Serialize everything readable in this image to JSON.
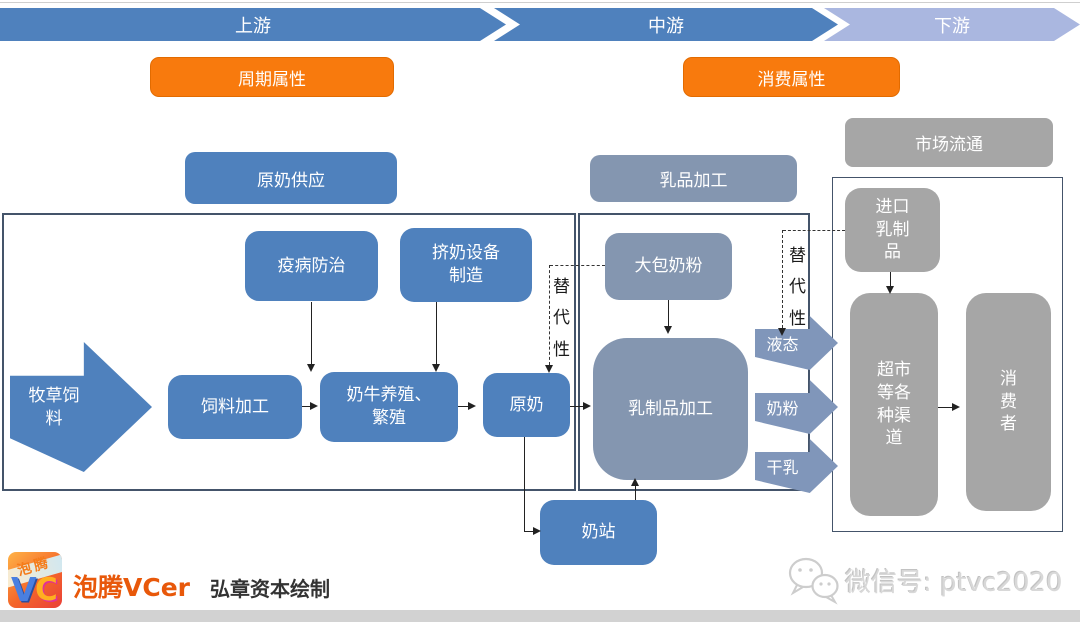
{
  "stages": {
    "upstream": "上游",
    "midstream": "中游",
    "downstream": "下游"
  },
  "attributes": {
    "cyclical": "周期属性",
    "consumer": "消费属性"
  },
  "section_headers": {
    "raw_milk_supply": "原奶供应",
    "dairy_processing": "乳品加工",
    "market_circulation": "市场流通"
  },
  "nodes": {
    "pasture_feed": "牧草饲料",
    "feed_processing": "饲料加工",
    "disease_prevention": "疫病防治",
    "milking_equipment": "挤奶设备制造",
    "cattle_breeding": "奶牛养殖、繁殖",
    "raw_milk": "原奶",
    "milk_station": "奶站",
    "bulk_milk_powder": "大包奶粉",
    "dairy_product_processing": "乳制品加工",
    "imported_dairy": "进口乳制品",
    "supermarket_channels": "超市等各种渠道",
    "consumer": "消费者"
  },
  "product_outputs": [
    "液态",
    "奶粉",
    "干乳"
  ],
  "labels": {
    "substitutability": "替代性"
  },
  "footer": {
    "logo_cn": "泡腾",
    "logo_v": "V",
    "logo_c": "C",
    "brand": "泡腾VCer",
    "credit": "弘章资本绘制",
    "wechat": "微信号: ptvc2020"
  },
  "colors": {
    "primary_blue": "#4f81bd",
    "light_blue": "#aab7e0",
    "gray_blue": "#8496b0",
    "gray": "#a6a6a6",
    "orange": "#f87a0d"
  }
}
